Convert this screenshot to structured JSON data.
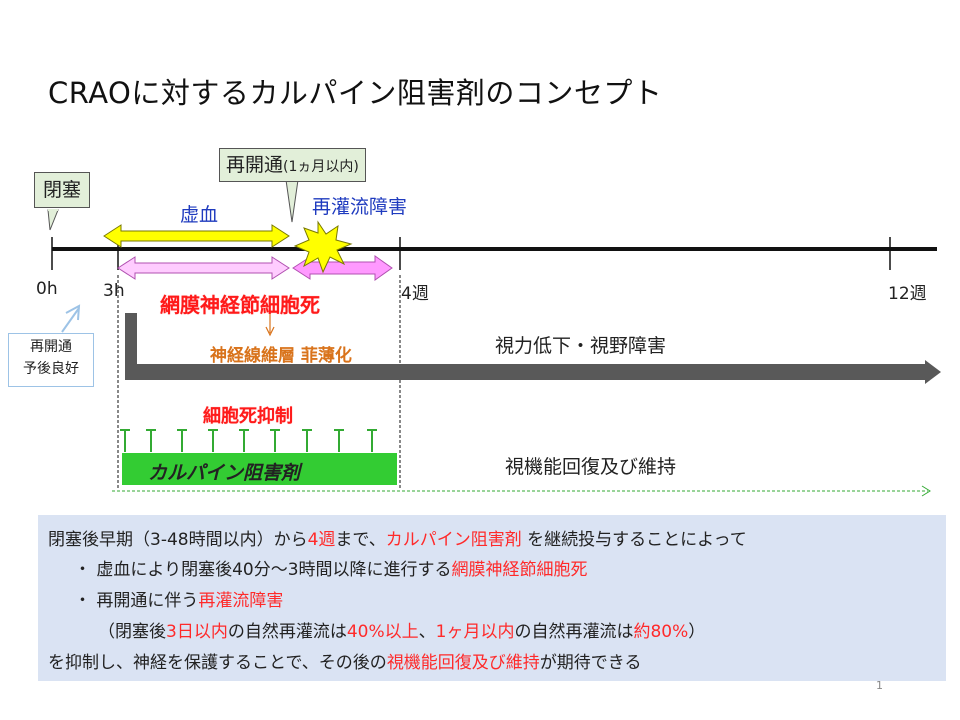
{
  "title": "CRAOに対するカルパイン阻害剤のコンセプト",
  "callouts": {
    "occlusion": "閉塞",
    "reopen": "再開通",
    "reopen_note": "(1ヵ月以内)",
    "reopen_prognosis_1": "再開通",
    "reopen_prognosis_2": "予後良好"
  },
  "timeline": {
    "ticks": [
      "0h",
      "3h",
      "4週",
      "12週"
    ],
    "ischemia": "虚血",
    "reperfusion_injury": "再灌流障害",
    "rgc_death": "網膜神経節細胞死",
    "nfl_thinning": "神経線維層 菲薄化",
    "vision_loss": "視力低下・視野障害",
    "cell_death_inhibition": "細胞死抑制",
    "calpain_inhibitor": "カルパイン阻害剤",
    "recovery": "視機能回復及び維持"
  },
  "summary": {
    "l1_a": "閉塞後早期（3-48時間以内）から",
    "l1_b": "4週",
    "l1_c": "まで、",
    "l1_d": "カルパイン阻害剤",
    "l1_e": " を継続投与することによって",
    "l2_a": "・ 虚血により閉塞後40分～3時間以降に進行する",
    "l2_b": "網膜神経節細胞死",
    "l3_a": "・ 再開通に伴う",
    "l3_b": "再灌流障害",
    "l4_a": "（閉塞後",
    "l4_b": "3日以内",
    "l4_c": "の自然再灌流は",
    "l4_d": "40%以上",
    "l4_e": "、",
    "l4_f": "1ヶ月以内",
    "l4_g": "の自然再灌流は",
    "l4_h": "約80%",
    "l4_i": "）",
    "l5_a": "を抑制し、神経を保護することで、その後の",
    "l5_b": "視機能回復及び維持",
    "l5_c": "が期待できる"
  },
  "page_number": "1",
  "colors": {
    "ischemia_arrow": "#ffff00",
    "rgc_arrow": "#ffccff",
    "reperfusion_arrow": "#ff99ff",
    "burst": "#ffff00",
    "dark_arrow": "#595959",
    "inhibitor_bar": "#33cc33",
    "red_text": "#ff0000",
    "orange_text": "#d9731b",
    "blue_text": "#1f3bbf",
    "summary_bg": "#dae3f3",
    "callout_bg": "#e2efd9"
  }
}
